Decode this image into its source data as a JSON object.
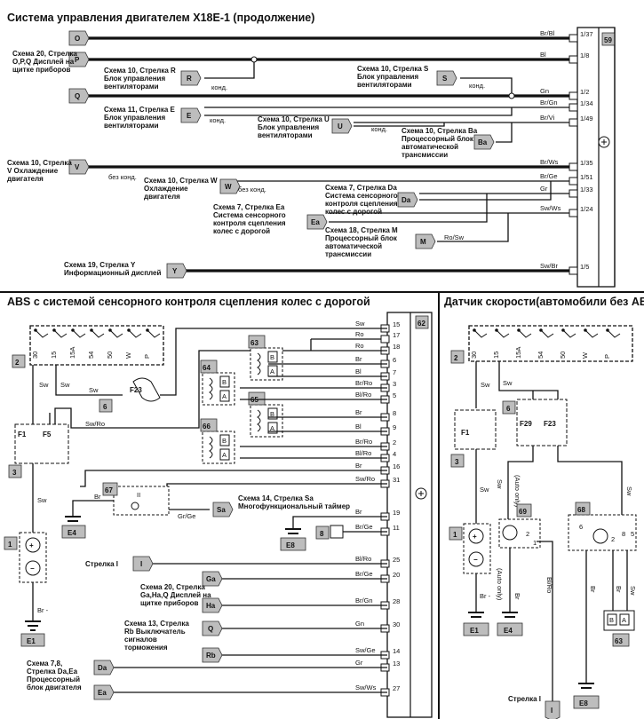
{
  "top": {
    "title": "Система управления двигателем X18E-1 (продолжение)",
    "harness_id": "59",
    "rows": [
      {
        "marker": "O",
        "wire": "Br/Bl",
        "pin": "1/37"
      },
      {
        "marker": "P",
        "wire": "Bl",
        "pin": "1/8"
      },
      {
        "marker": "Q",
        "wire": "Gn",
        "pin": "1/2"
      },
      {
        "marker": "",
        "wire": "Br/Gn",
        "pin": "1/34"
      },
      {
        "marker": "",
        "wire": "Br/Vi",
        "pin": "1/49"
      },
      {
        "marker": "V",
        "wire": "Br/Ws",
        "pin": "1/35"
      },
      {
        "marker": "",
        "wire": "Br/Ge",
        "pin": "1/51"
      },
      {
        "marker": "",
        "wire": "Gr",
        "pin": "1/33"
      },
      {
        "marker": "",
        "wire": "Sw/Ws",
        "pin": "1/24"
      },
      {
        "marker": "Y",
        "wire": "Sw/Br",
        "pin": "1/5"
      }
    ],
    "refs": {
      "opq": "Схема 20, Стрелка O,P,Q Дисплей на щитке приборов",
      "r": "Схема 10, Стрелка R Блок управления вентиляторами",
      "s": "Схема 10, Стрелка S Блок управления вентиляторами",
      "e": "Схема 11, Стрелка E Блок управления вентиляторами",
      "u": "Схема 10, Стрелка U Блок управления вентиляторами",
      "ba": "Схема 10, Стрелка Ba Процессорный блок автоматической трансмиссии",
      "v": "Схема 10, Стрелка V Охлаждение двигателя",
      "w": "Схема 10, Стрелка W Охлаждение двигателя",
      "da": "Схема 7, Стрелка Da Система сенсорного контроля сцепления колес с дорогой",
      "ea": "Схема 7, Стрелка Ea Система сенсорного контроля сцепления колес с дорогой",
      "m": "Схема 18, Стрелка M Процессорный блок автоматической трансмиссии",
      "y": "Схема 19, Стрелка Y Информационный дисплей"
    },
    "arrows": {
      "r": "R",
      "s": "S",
      "e": "E",
      "u": "U",
      "ba": "Ba",
      "w": "W",
      "da": "Da",
      "ea": "Ea",
      "m": "M"
    },
    "notes": {
      "kond": "конд.",
      "bez_kond": "без конд.",
      "m_wire": "Ro/Sw"
    }
  },
  "abs": {
    "title": "ABS с системой сенсорного контроля сцепления колес с дорогой",
    "harness_id": "62",
    "rows": [
      {
        "wire": "Sw",
        "pin": "15"
      },
      {
        "wire": "Ro",
        "pin": "17"
      },
      {
        "wire": "Ro",
        "pin": "18"
      },
      {
        "wire": "Br",
        "pin": "6"
      },
      {
        "wire": "Bl",
        "pin": "7"
      },
      {
        "wire": "Br/Ro",
        "pin": "3"
      },
      {
        "wire": "Bl/Ro",
        "pin": "5"
      },
      {
        "wire": "Br",
        "pin": "8"
      },
      {
        "wire": "Bl",
        "pin": "9"
      },
      {
        "wire": "Br/Ro",
        "pin": "2"
      },
      {
        "wire": "Bl/Ro",
        "pin": "4"
      },
      {
        "wire": "Br",
        "pin": "16"
      },
      {
        "wire": "Sw/Ro",
        "pin": "31"
      },
      {
        "wire": "Br",
        "pin": "19"
      },
      {
        "wire": "Br/Ge",
        "pin": "11"
      },
      {
        "wire": "Bl/Ro",
        "pin": "25"
      },
      {
        "wire": "Br/Ge",
        "pin": "20"
      },
      {
        "wire": "Br/Gn",
        "pin": "28"
      },
      {
        "wire": "Gn",
        "pin": "30"
      },
      {
        "wire": "Sw/Ge",
        "pin": "14"
      },
      {
        "wire": "Gr",
        "pin": "13"
      },
      {
        "wire": "Sw/Ws",
        "pin": "27"
      }
    ],
    "fusebox_id": "2",
    "fuse_pins": [
      "30",
      "15",
      "15A",
      "54",
      "50",
      "W",
      "P"
    ],
    "components": {
      "f23": "F23",
      "f1": "F1",
      "f5": "F5",
      "c3": "3",
      "c6": "6",
      "c1": "1",
      "c8": "8",
      "s63": "63",
      "s64": "64",
      "s65": "65",
      "s66": "66",
      "r67": "67",
      "e1": "E1",
      "e4": "E4",
      "e8": "E8"
    },
    "sensor_pins": {
      "a": "A",
      "b": "B"
    },
    "wires": {
      "sw": "Sw",
      "swro": "Sw/Ro",
      "br": "Br",
      "br_minus": "Br -",
      "grge": "Gr/Ge"
    },
    "refs": {
      "sa": "Схема 14, Стрелка Sa Многофункциональный таймер",
      "i": "Стрелка I",
      "gahaq": "Схема 20, Стрелка Ga,Ha,Q Дисплей на щитке приборов",
      "rb": "Схема 13, Стрелка Rb Выключатель сигналов торможения",
      "daea": "Схема 7,8, Стрелка Da,Ea Процессорный блок двигателя"
    },
    "arrows": {
      "sa": "Sa",
      "i": "I",
      "ga": "Ga",
      "ha": "Ha",
      "q": "Q",
      "rb": "Rb",
      "da": "Da",
      "ea": "Ea"
    }
  },
  "speed": {
    "title": "Датчик скорости(автомобили без ABS)",
    "fusebox_id": "2",
    "fuse_pins": [
      "30",
      "15",
      "15A",
      "54",
      "50",
      "W",
      "P"
    ],
    "components": {
      "f1": "F1",
      "f29": "F29",
      "f23": "F23",
      "c3": "3",
      "c6": "6",
      "c1": "1",
      "d69": "69",
      "d68": "68",
      "s63": "63",
      "e1": "E1",
      "e4": "E4",
      "e8": "E8"
    },
    "pins": {
      "p2a": "2",
      "p1": "1",
      "p6": "6",
      "p2b": "2",
      "p8": "8",
      "p5": "5"
    },
    "wires": {
      "sw": "Sw",
      "br_minus": "Br -",
      "br": "Br",
      "blro": "Bl/Ro",
      "auto_only": "(Auto only)"
    },
    "arrow_i": "I",
    "ref_i": "Стрелка I",
    "sensor_pins": {
      "a": "A",
      "b": "B"
    }
  }
}
